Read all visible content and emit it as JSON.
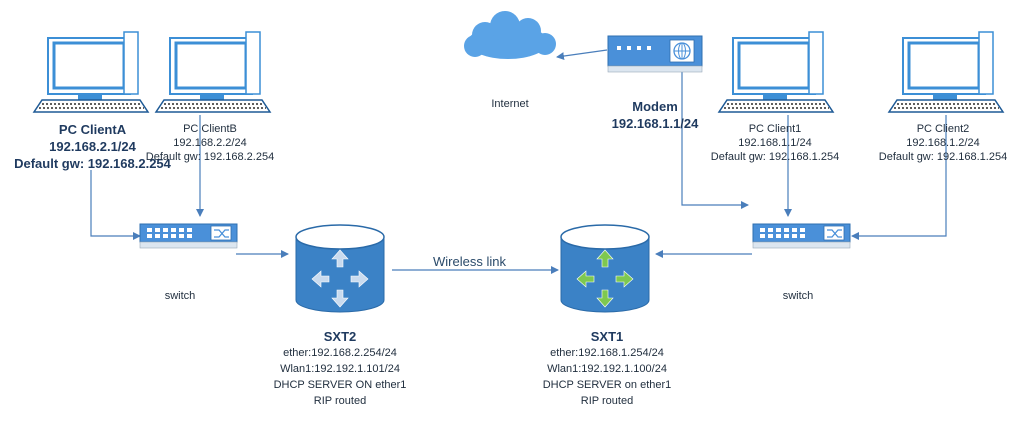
{
  "colors": {
    "link": "#4a7ebb",
    "switch_fill": "#4a90d9",
    "router_fill": "#3b82c6",
    "pc_frame": "#3c8fd6",
    "cloud_fill": "#5aa3e6",
    "text_bold": "#1f3a5f"
  },
  "nodes": {
    "pc_client_a": {
      "name": "PC ClientA",
      "ip": "192.168.2.1/24",
      "gw": "Default gw: 192.168.2.254"
    },
    "pc_client_b": {
      "name": "PC ClientB",
      "ip": "192.168.2.2/24",
      "gw": "Default gw: 192.168.2.254"
    },
    "pc_client_1": {
      "name": "PC Client1",
      "ip": "192.168.1.1/24",
      "gw": "Default gw: 192.168.1.254"
    },
    "pc_client_2": {
      "name": "PC Client2",
      "ip": "192.168.1.2/24",
      "gw": "Default gw: 192.168.1.254"
    },
    "internet": {
      "name": "Internet",
      "icon": "cloud-icon"
    },
    "modem": {
      "name": "Modem",
      "ip": "192.168.1.1/24",
      "icon": "modem-icon"
    },
    "switch_left": {
      "name": "switch",
      "icon": "switch-icon"
    },
    "switch_right": {
      "name": "switch",
      "icon": "switch-icon"
    },
    "sxt2": {
      "name": "SXT2",
      "lines": [
        "ether:192.168.2.254/24",
        "Wlan1:192.192.1.101/24",
        "DHCP SERVER ON ether1",
        "RIP routed"
      ],
      "icon": "router-icon"
    },
    "sxt1": {
      "name": "SXT1",
      "lines": [
        "ether:192.168.1.254/24",
        "Wlan1:192.192.1.100/24",
        "DHCP SERVER on ether1",
        "RIP routed"
      ],
      "icon": "router-icon"
    }
  },
  "edges": {
    "wireless_link": "Wireless link"
  }
}
